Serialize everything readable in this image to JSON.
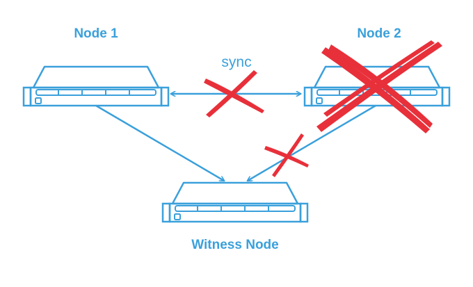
{
  "colors": {
    "server_stroke": "#3aa0db",
    "label_text": "#3aa0db",
    "failure_cross": "#e8303a",
    "background": "#ffffff"
  },
  "nodes": {
    "node1": {
      "label": "Node 1"
    },
    "node2": {
      "label": "Node 2",
      "status": "failed"
    },
    "witness": {
      "label": "Witness Node"
    }
  },
  "links": {
    "sync": {
      "label": "sync",
      "status": "broken"
    },
    "node1_to_witness": {
      "status": "ok"
    },
    "node2_to_witness": {
      "status": "broken"
    }
  },
  "icons": {
    "server": "server-rack-icon",
    "failure": "red-x-mark-icon"
  }
}
